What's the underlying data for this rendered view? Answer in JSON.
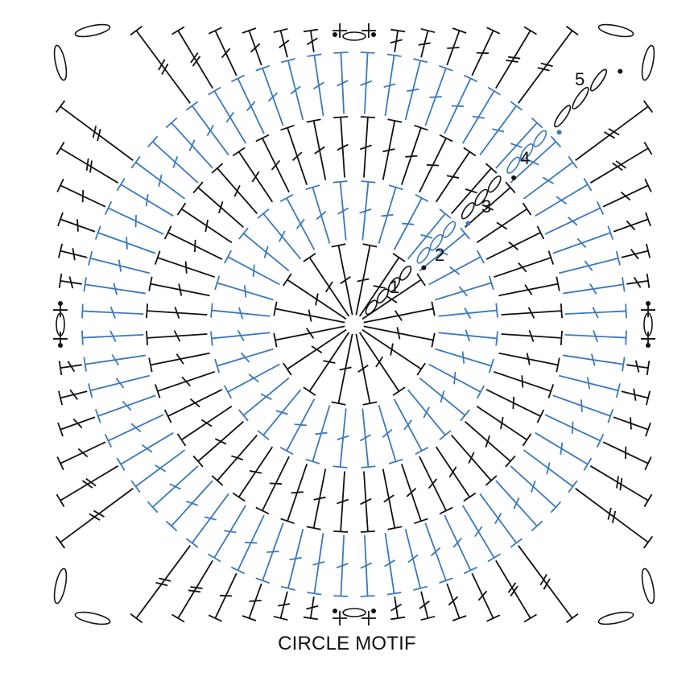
{
  "title": "CIRCLE MOTIF",
  "colors": {
    "black": "#111111",
    "blue": "#3a78c0"
  },
  "rounds": [
    {
      "label": "1",
      "color": "black",
      "stitches": 16,
      "type": "dc"
    },
    {
      "label": "2",
      "color": "blue",
      "stitches": 32,
      "type": "dc"
    },
    {
      "label": "3",
      "color": "black",
      "stitches": 48,
      "type": "dc"
    },
    {
      "label": "4",
      "color": "blue",
      "stitches": 64,
      "type": "dc"
    },
    {
      "label": "5",
      "color": "black",
      "stitches": 64,
      "type": "border"
    }
  ]
}
